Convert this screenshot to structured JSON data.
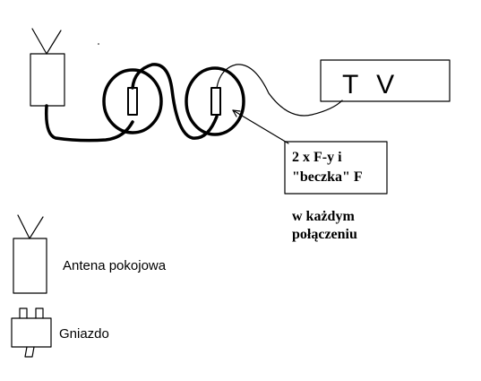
{
  "tv": {
    "label": "T V"
  },
  "callout": {
    "line1": "2 x F-y i",
    "line2": "\"beczka\" F"
  },
  "note": {
    "line1": "w każdym",
    "line2": "połączeniu"
  },
  "legend": [
    {
      "icon": "antenna-icon",
      "label": "Antena pokojowa"
    },
    {
      "icon": "wall-socket-icon",
      "label": "Gniazdo"
    }
  ]
}
